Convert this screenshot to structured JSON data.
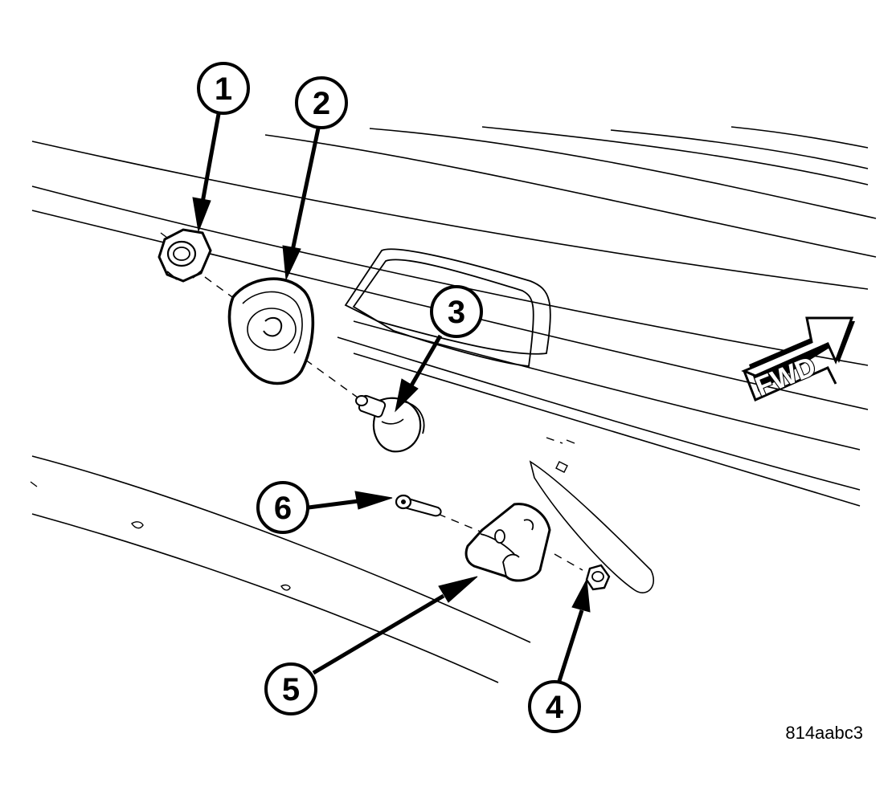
{
  "callouts": [
    {
      "id": "1",
      "label": "1"
    },
    {
      "id": "2",
      "label": "2"
    },
    {
      "id": "3",
      "label": "3"
    },
    {
      "id": "4",
      "label": "4"
    },
    {
      "id": "5",
      "label": "5"
    },
    {
      "id": "6",
      "label": "6"
    }
  ],
  "direction_arrow": {
    "label": "FWD"
  },
  "figure_id": "814aabc3"
}
